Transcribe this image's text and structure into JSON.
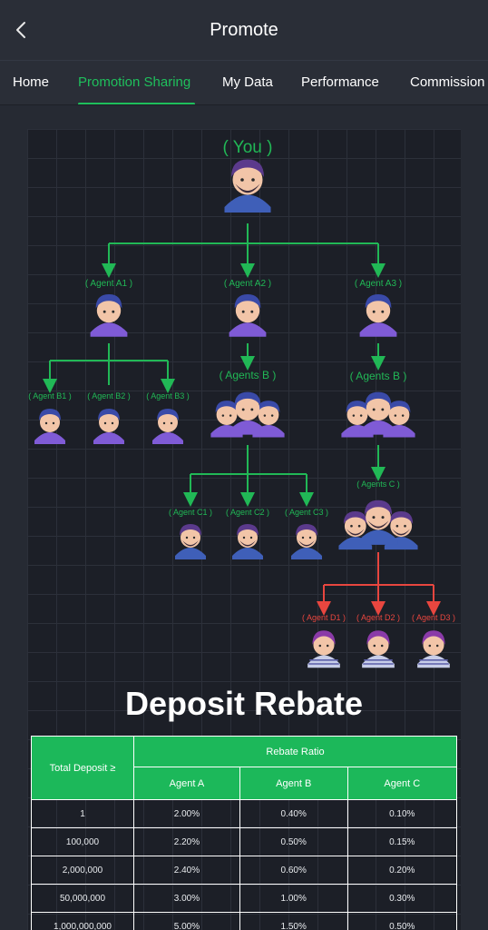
{
  "header": {
    "title": "Promote"
  },
  "tabs": [
    {
      "label": "Home",
      "active": false
    },
    {
      "label": "Promotion Sharing",
      "active": true
    },
    {
      "label": "My Data",
      "active": false
    },
    {
      "label": "Performance",
      "active": false
    },
    {
      "label": "Commission",
      "active": false
    }
  ],
  "tree": {
    "you": "( You )",
    "agent_a": [
      "( Agent A1 )",
      "( Agent A2 )",
      "( Agent A3 )"
    ],
    "agent_b": [
      "( Agent B1 )",
      "( Agent B2 )",
      "( Agent B3 )"
    ],
    "agents_b": "( Agents B )",
    "agent_c": [
      "( Agent C1 )",
      "( Agent C2 )",
      "( Agent C3 )"
    ],
    "agents_c": "( Agents C )",
    "agent_d": [
      "( Agent D1 )",
      "( Agent D2 )",
      "( Agent D3 )"
    ]
  },
  "rebate": {
    "title": "Deposit Rebate",
    "col_total": "Total Deposit ≥",
    "col_ratio": "Rebate Ratio",
    "col_a": "Agent A",
    "col_b": "Agent B",
    "col_c": "Agent C",
    "rows": [
      [
        "1",
        "2.00%",
        "0.40%",
        "0.10%"
      ],
      [
        "100,000",
        "2.20%",
        "0.50%",
        "0.15%"
      ],
      [
        "2,000,000",
        "2.40%",
        "0.60%",
        "0.20%"
      ],
      [
        "50,000,000",
        "3.00%",
        "1.00%",
        "0.30%"
      ],
      [
        "1,000,000,000",
        "5.00%",
        "1.50%",
        "0.50%"
      ]
    ]
  },
  "colors": {
    "accent": "#1fbf5c",
    "line_green": "#21b856",
    "line_red": "#e8463f",
    "purple": "#7f5bd6"
  }
}
